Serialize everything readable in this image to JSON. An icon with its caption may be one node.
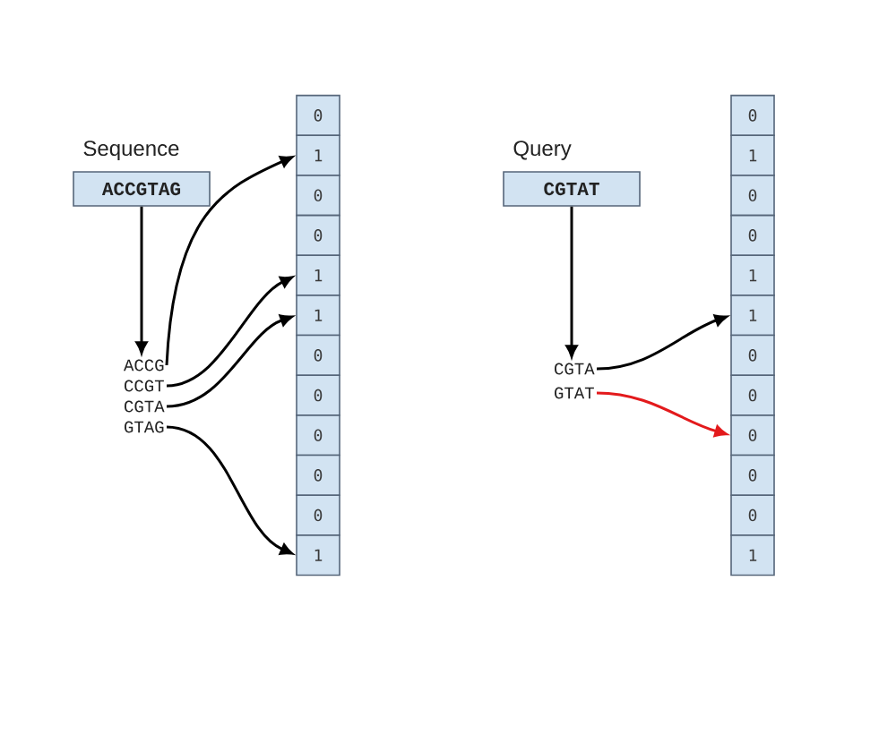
{
  "diagram": {
    "nodes": [
      {
        "text": [
          "Sequence",
          "ACCGTAG"
        ]
      },
      {
        "text": [
          "ACCG"
        ]
      },
      {
        "text": [
          "CCGT"
        ]
      },
      {
        "text": [
          "CGTA"
        ]
      },
      {
        "text": [
          "GTAG"
        ]
      },
      {
        "text": [
          "0"
        ]
      },
      {
        "text": [
          "1"
        ]
      },
      {
        "text": [
          "0"
        ]
      },
      {
        "text": [
          "0"
        ]
      },
      {
        "text": [
          "1"
        ]
      },
      {
        "text": [
          "1"
        ]
      },
      {
        "text": [
          "0"
        ]
      },
      {
        "text": [
          "0"
        ]
      },
      {
        "text": [
          "0"
        ]
      },
      {
        "text": [
          "0"
        ]
      },
      {
        "text": [
          "0"
        ]
      },
      {
        "text": [
          "1"
        ]
      },
      {
        "text": [
          "Query",
          "CGTAT"
        ]
      },
      {
        "text": [
          "CGTA"
        ]
      },
      {
        "text": [
          "GTAT"
        ]
      },
      {
        "text": [
          "0"
        ]
      },
      {
        "text": [
          "1"
        ]
      },
      {
        "text": [
          "0"
        ]
      },
      {
        "text": [
          "0"
        ]
      },
      {
        "text": [
          "1"
        ]
      },
      {
        "text": [
          "1"
        ]
      },
      {
        "text": [
          "0"
        ]
      },
      {
        "text": [
          "0"
        ]
      },
      {
        "text": [
          "0"
        ]
      },
      {
        "text": [
          "0"
        ]
      },
      {
        "text": [
          "0"
        ]
      },
      {
        "text": [
          "1"
        ]
      }
    ],
    "edges": [
      {
        "from": 0,
        "to": 1,
        "arrow": "to"
      },
      {
        "from": 1,
        "to": 6,
        "arrow": "to"
      },
      {
        "from": 2,
        "to": 9,
        "arrow": "to"
      },
      {
        "from": 3,
        "to": 10,
        "arrow": "to"
      },
      {
        "from": 4,
        "to": 16,
        "arrow": "to"
      },
      {
        "from": 17,
        "to": 18,
        "arrow": "to"
      },
      {
        "from": 18,
        "to": 25,
        "arrow": "to"
      },
      {
        "from": 19,
        "to": 28,
        "arrow": "to",
        "color": "#e31a1c"
      }
    ]
  }
}
